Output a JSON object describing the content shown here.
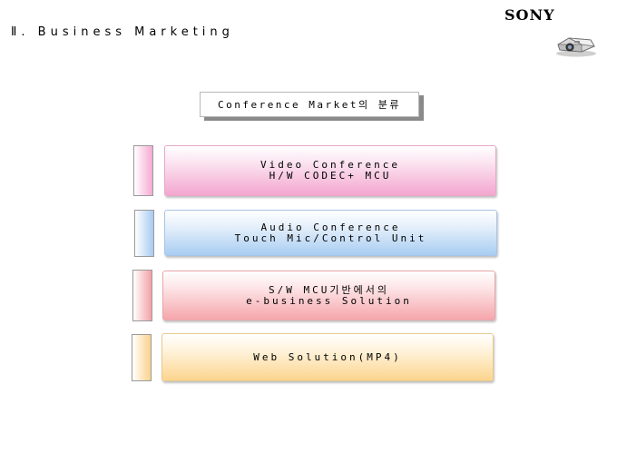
{
  "header": {
    "section_title": "Ⅱ. Business Marketing",
    "brand": "SONY",
    "brand_icon": "projector-icon"
  },
  "heading": "Conference Market의 분류",
  "categories": [
    {
      "line1": "Video Conference",
      "line2": "H/W CODEC+ MCU",
      "color": "#f4a6cf"
    },
    {
      "line1": "Audio Conference",
      "line2": "Touch Mic/Control Unit",
      "color": "#a8cdf2"
    },
    {
      "line1": "S/W MCU기반에서의",
      "line2": "e-business Solution",
      "color": "#f5a6ab"
    },
    {
      "line1": "Web Solution(MP4)",
      "color": "#fcd58e"
    }
  ]
}
